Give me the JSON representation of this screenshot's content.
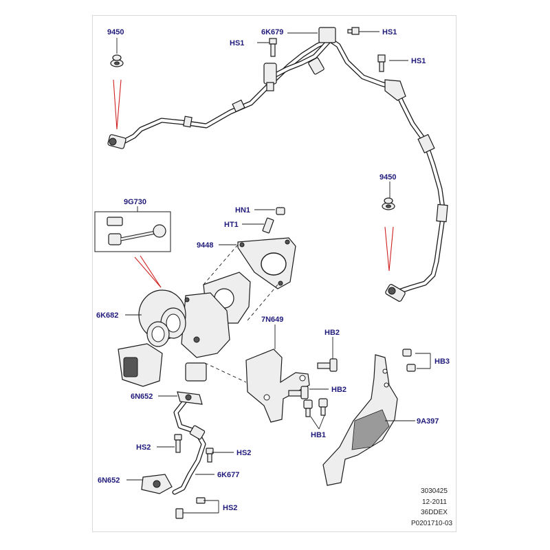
{
  "diagram": {
    "callouts": {
      "c9450_top": "9450",
      "c6K679": "6K679",
      "cHS1_a": "HS1",
      "cHS1_b": "HS1",
      "cHS1_c": "HS1",
      "c9450_right": "9450",
      "c9G730": "9G730",
      "cHN1": "HN1",
      "cHT1": "HT1",
      "c9448": "9448",
      "c6K682": "6K682",
      "c7N649": "7N649",
      "cHB2_a": "HB2",
      "cHB3": "HB3",
      "cHB2_b": "HB2",
      "c6N652_a": "6N652",
      "cHB1": "HB1",
      "c9A397": "9A397",
      "cHS2_a": "HS2",
      "cHS2_b": "HS2",
      "c6N652_b": "6N652",
      "c6K677": "6K677",
      "cHS2_c": "HS2"
    },
    "footer": {
      "line1": "3030425",
      "line2": "12-2011",
      "line3": "36DDEX",
      "line4": "P0201710-03"
    }
  }
}
